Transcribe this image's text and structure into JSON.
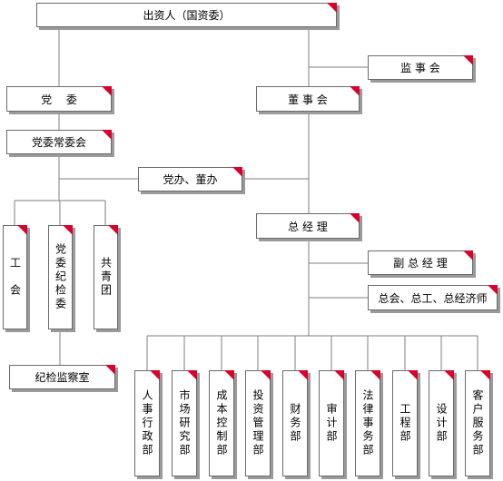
{
  "top": "出资人（国资委）",
  "jianshihui": "监 事 会",
  "dongshihui": "董 事 会",
  "dangwei": "党　 委",
  "dangwei_changwei": "党委常委会",
  "dangban": "党办、董办",
  "zongjingli": "总 经 理",
  "fuzongjingli": "副 总 经 理",
  "zonghui": "总会、总工、总经济师",
  "gonghui": "工　会",
  "jijian_wei": "党委纪检委",
  "gongqingtuan": "共青团",
  "jijian_shi": "纪检监察室",
  "departments": [
    "人事行政部",
    "市场研究部",
    "成本控制部",
    "投资管理部",
    "财务部",
    "审计部",
    "法律事务部",
    "工程部",
    "设计部",
    "客户服务部"
  ],
  "colors": {
    "line": "#7f7f7f",
    "border": "#6b6b6b",
    "corner": "#d9002b"
  }
}
